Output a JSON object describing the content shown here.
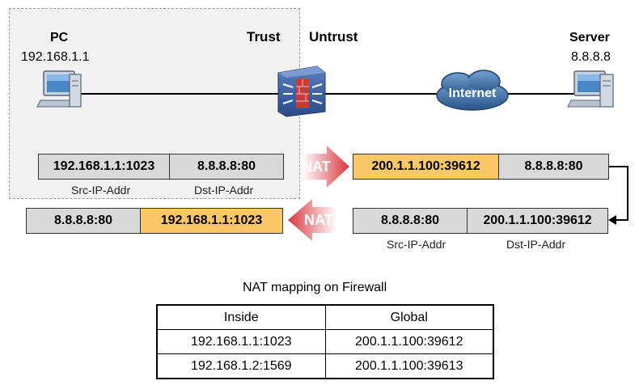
{
  "zones": {
    "trust": "Trust",
    "untrust": "Untrust"
  },
  "pc": {
    "name": "PC",
    "ip": "192.168.1.1"
  },
  "server": {
    "name": "Server",
    "ip": "8.8.8.8"
  },
  "internet_label": "Internet",
  "nat_label": "NAT",
  "row1": {
    "src": "192.168.1.1:1023",
    "dst": "8.8.8.8:80"
  },
  "row2": {
    "src": "200.1.1.100:39612",
    "dst": "8.8.8.8:80"
  },
  "row3": {
    "src": "8.8.8.8:80",
    "dst": "200.1.1.100:39612"
  },
  "row4": {
    "src": "8.8.8.8:80",
    "dst": "192.168.1.1:1023"
  },
  "captions": {
    "src": "Src-IP-Addr",
    "dst": "Dst-IP-Addr"
  },
  "mapping": {
    "title": "NAT mapping on Firewall",
    "headers": [
      "Inside",
      "Global"
    ],
    "rows": [
      [
        "192.168.1.1:1023",
        "200.1.1.100:39612"
      ],
      [
        "192.168.1.2:1569",
        "200.1.1.100:39613"
      ]
    ]
  },
  "colors": {
    "highlight": "#fcc766",
    "cell": "#d9d9d9",
    "nat_arrow": "#e8484f",
    "cloud": "#3a6ea5"
  }
}
